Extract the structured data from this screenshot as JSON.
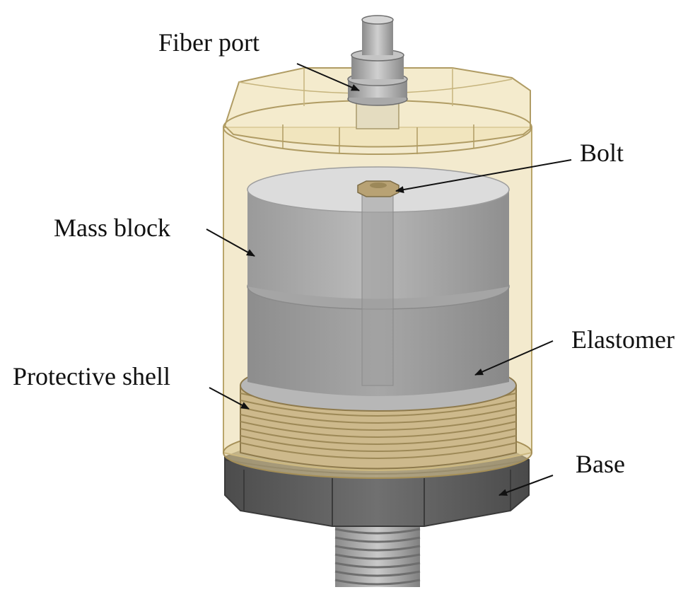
{
  "labels": {
    "fiber_port": "Fiber port",
    "bolt": "Bolt",
    "mass_block": "Mass block",
    "elastomer": "Elastomer",
    "protective_shell": "Protective shell",
    "base": "Base"
  },
  "colors": {
    "shell": "#e9d9a6",
    "mass_block": "#a9a9a9",
    "elastomer": "#9a9a9a",
    "thread_ring": "#cdb98c",
    "base": "#5c5c5c",
    "bolt": "#b8a274",
    "fiber_port": "#9c9c9c",
    "arrow": "#111111"
  }
}
